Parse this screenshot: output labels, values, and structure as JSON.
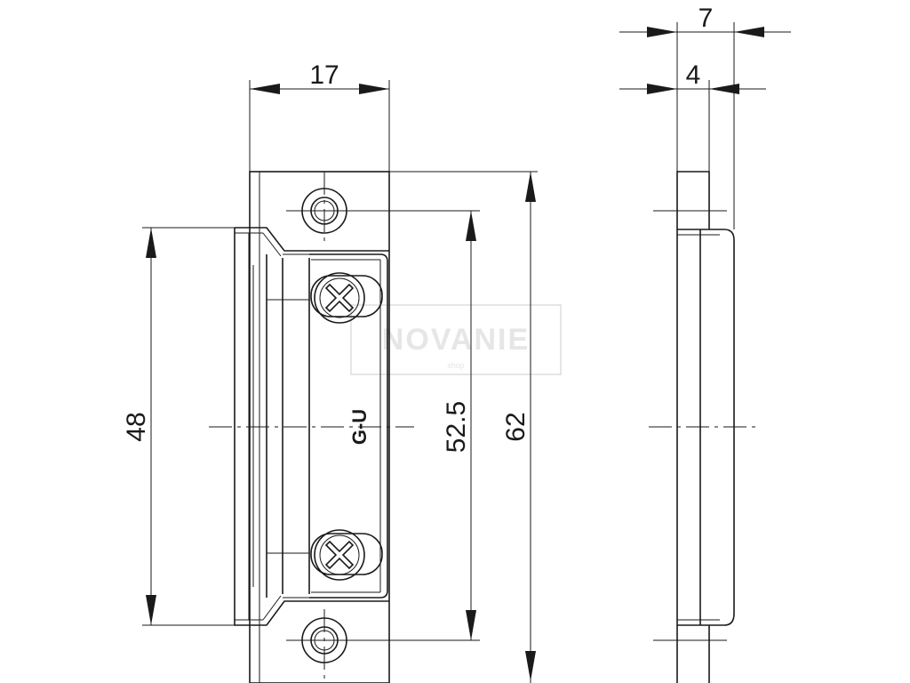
{
  "drawing": {
    "dimensions": {
      "width_top": "17",
      "height_inner": "48",
      "hole_spacing": "52.5",
      "height_total": "62",
      "side_total": "7",
      "side_plate": "4"
    },
    "logo": "G-U",
    "watermark": {
      "text": "NOVANIE",
      "subtext": "shop"
    },
    "colors": {
      "line": "#1a1a1a",
      "background": "#ffffff",
      "watermark": "#e6e6e6"
    }
  }
}
